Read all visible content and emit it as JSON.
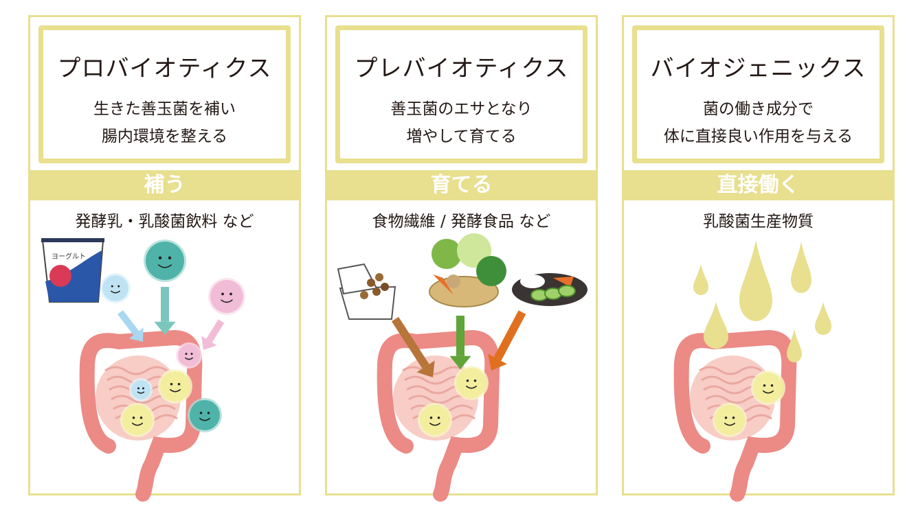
{
  "panels": [
    {
      "title": "プロバイオティクス",
      "lines": [
        "生きた善玉菌を補い",
        "腸内環境を整える"
      ],
      "band": "補う",
      "examples": "発酵乳・乳酸菌飲料 など",
      "product_label": "ヨーグルト"
    },
    {
      "title": "プレバイオティクス",
      "lines": [
        "善玉菌のエサとなり",
        "増やして育てる"
      ],
      "band": "育てる",
      "examples": "食物繊維 / 発酵食品 など"
    },
    {
      "title": "バイオジェニックス",
      "lines": [
        "菌の働き成分で",
        "体に直接良い作用を与える"
      ],
      "band": "直接働く",
      "examples": "乳酸菌生産物質"
    }
  ],
  "colors": {
    "accent": "#e8df8f",
    "gut": "#ec8a86",
    "gut_inner": "#f7cdc6",
    "good_bacteria": "#f3ee9e",
    "blue_bacteria": "#bfe3f3",
    "teal_bacteria": "#4fb3a9",
    "pink_bacteria": "#f1bcd6",
    "arrow_brown": "#b8753a",
    "arrow_green": "#5fa538",
    "arrow_orange": "#e0701f"
  }
}
